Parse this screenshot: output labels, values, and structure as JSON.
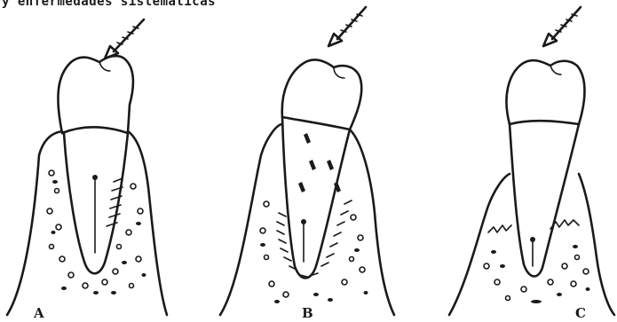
{
  "caption": "y enfermedades sistemáticas",
  "panels": [
    {
      "label": "A",
      "icon": "tooth-healthy-icon"
    },
    {
      "label": "B",
      "icon": "tooth-periodontitis-icon"
    },
    {
      "label": "C",
      "icon": "tooth-bone-loss-icon"
    }
  ],
  "colors": {
    "ink": "#1a1a1a",
    "background": "#ffffff"
  }
}
